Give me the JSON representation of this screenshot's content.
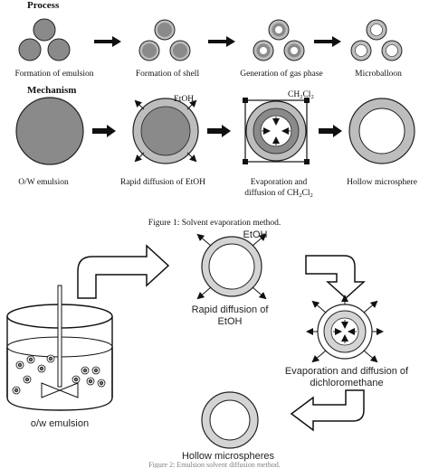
{
  "figure1": {
    "process_heading": "Process",
    "mechanism_heading": "Mechanism",
    "process_steps": [
      "Formation of emulsion",
      "Formation of shell",
      "Generation of gas phase",
      "Microballoon"
    ],
    "mechanism_steps": [
      "O/W emulsion",
      "Rapid diffusion of EtOH",
      "Evaporation and",
      "diffusion of CH",
      "Cl",
      "Hollow microsphere"
    ],
    "etoh_label": "EtOH",
    "ch2cl2_label_parts": [
      "CH",
      "2",
      "Cl",
      "2"
    ],
    "caption": "Figure 1: Solvent evaporation method."
  },
  "figure2": {
    "etoh_label": "EtOH",
    "rapid_diffusion_label": [
      "Rapid diffusion of",
      "EtOH"
    ],
    "evaporation_label": [
      "Evaporation and diffusion of",
      "dichloromethane"
    ],
    "emulsion_label": "o/w emulsion",
    "hollow_label": "Hollow microspheres",
    "caption": "Figure 2: Emulsion solvent diffusion method."
  },
  "colors": {
    "core_gray": "#8a8a8a",
    "shell_gray": "#bdbdbd",
    "outline": "#222222",
    "background": "#ffffff"
  }
}
